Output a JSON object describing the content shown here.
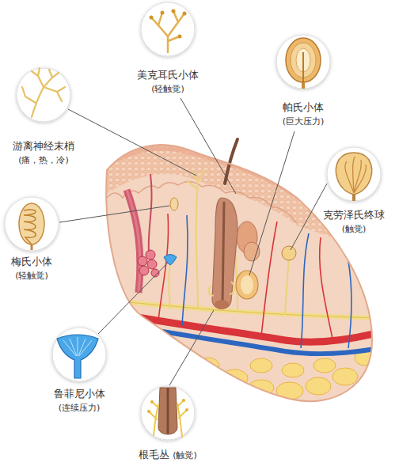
{
  "diagram": {
    "nodes": [
      {
        "text": [
          "美克耳氏小体",
          "(轻触觉)"
        ]
      },
      {
        "text": [
          "帕氏小体",
          "(巨大压力)"
        ]
      },
      {
        "text": [
          "游离神经末梢",
          "(痛，热，冷)"
        ]
      },
      {
        "text": [
          "克劳泽氏终球",
          "(触觉)"
        ]
      },
      {
        "text": [
          "梅氏小体",
          "(轻触觉)"
        ]
      },
      {
        "text": [
          "鲁菲尼小体",
          "(连续压力)"
        ]
      },
      {
        "text": [
          "根毛丛",
          "(触觉)"
        ]
      }
    ]
  }
}
